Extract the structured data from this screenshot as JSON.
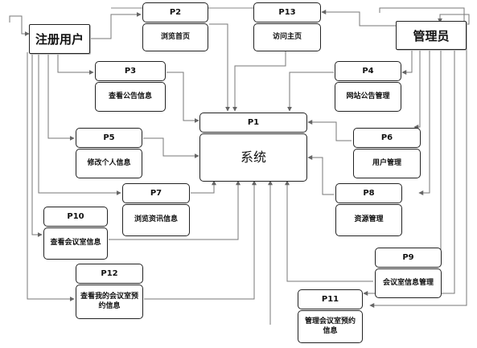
{
  "actors": {
    "user": "注册用户",
    "admin": "管理员"
  },
  "processes": {
    "p1": {
      "id": "P1",
      "label": "系统"
    },
    "p2": {
      "id": "P2",
      "label": "浏览首页"
    },
    "p3": {
      "id": "P3",
      "label": "查看公告信息"
    },
    "p4": {
      "id": "P4",
      "label": "网站公告管理"
    },
    "p5": {
      "id": "P5",
      "label": "修改个人信息"
    },
    "p6": {
      "id": "P6",
      "label": "用户管理"
    },
    "p7": {
      "id": "P7",
      "label": "浏览资讯信息"
    },
    "p8": {
      "id": "P8",
      "label": "资源管理"
    },
    "p9": {
      "id": "P9",
      "label": "会议室信息管理"
    },
    "p10": {
      "id": "P10",
      "label": "查看会议室信息"
    },
    "p11": {
      "id": "P11",
      "label": "管理会议室预约信息"
    },
    "p12": {
      "id": "P12",
      "label": "查看我的会议室预约信息"
    },
    "p13": {
      "id": "P13",
      "label": "访问主页"
    }
  }
}
